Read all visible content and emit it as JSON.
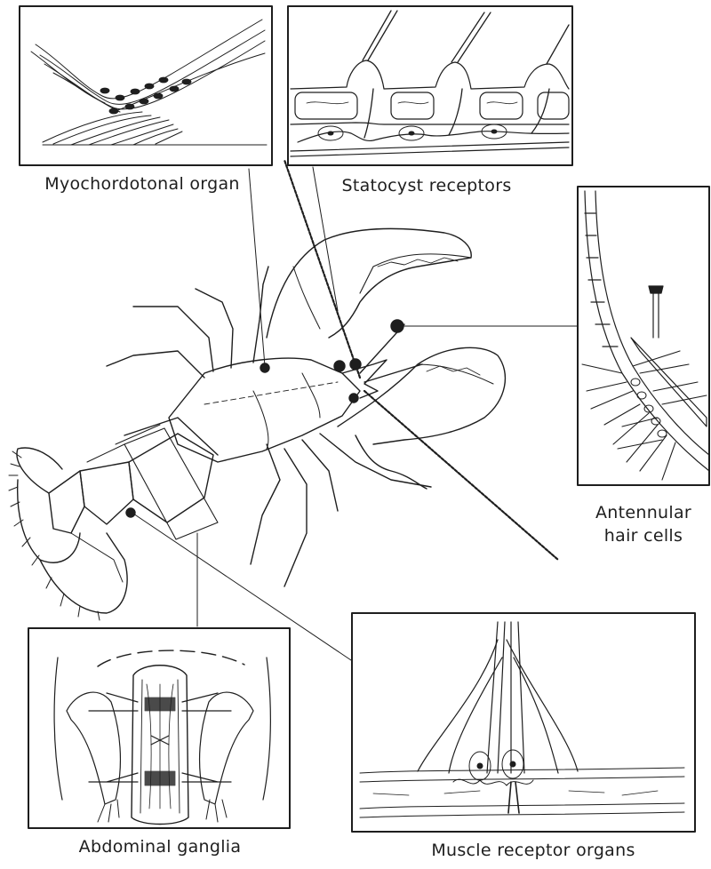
{
  "figure": {
    "labels": {
      "myochordotonal": "Myochordotonal organ",
      "statocyst": "Statocyst receptors",
      "antennular_line1": "Antennular",
      "antennular_line2": "hair cells",
      "abdominal": "Abdominal ganglia",
      "muscle": "Muscle receptor organs"
    },
    "colors": {
      "ink": "#1e1e1e",
      "paper": "#ffffff"
    }
  }
}
